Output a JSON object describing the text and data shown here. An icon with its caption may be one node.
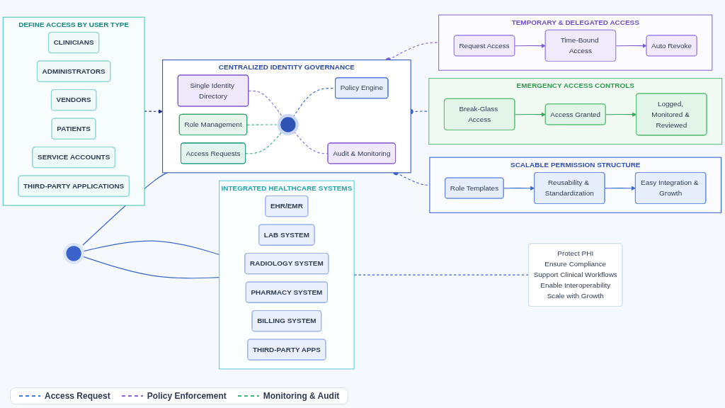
{
  "diagram": {
    "nodes": [
      {
        "text": [
          "DEFINE ACCESS BY USER TYPE"
        ]
      },
      {
        "text": [
          "CLINICIANS"
        ],
        "in": 0
      },
      {
        "text": [
          "ADMINISTRATORS"
        ],
        "in": 0
      },
      {
        "text": [
          "VENDORS"
        ],
        "in": 0
      },
      {
        "text": [
          "PATIENTS"
        ],
        "in": 0
      },
      {
        "text": [
          "SERVICE ACCOUNTS"
        ],
        "in": 0
      },
      {
        "text": [
          "THIRD-PARTY APPLICATIONS"
        ],
        "in": 0
      },
      {
        "text": [
          "CENTRALIZED IDENTITY GOVERNANCE"
        ]
      },
      {
        "text": [
          "Single Identity Directory"
        ],
        "in": 7
      },
      {
        "text": [
          "Role Management"
        ],
        "in": 7
      },
      {
        "text": [],
        "shape": "circle",
        "in": 7
      },
      {
        "text": [
          "Policy Engine"
        ],
        "in": 7
      },
      {
        "text": [
          "Access Requests"
        ],
        "in": 7
      },
      {
        "text": [
          "Audit & Monitoring"
        ],
        "in": 7
      },
      {
        "text": [
          "TEMPORARY & DELEGATED ACCESS"
        ]
      },
      {
        "text": [
          "Request Access"
        ],
        "in": 14
      },
      {
        "text": [
          "Time-Bound Access"
        ],
        "in": 14
      },
      {
        "text": [
          "Auto Revoke"
        ],
        "in": 14
      },
      {
        "text": [
          "EMERGENCY ACCESS CONTROLS"
        ]
      },
      {
        "text": [
          "Break-Glass Access"
        ],
        "in": 18
      },
      {
        "text": [
          "Access Granted"
        ],
        "in": 18
      },
      {
        "text": [
          "Logged, Monitored & Reviewed"
        ],
        "in": 18
      },
      {
        "text": [
          "SCALABLE PERMISSION STRUCTURE"
        ]
      },
      {
        "text": [
          "Role Templates"
        ],
        "in": 22
      },
      {
        "text": [
          "Reusability & Standardization"
        ],
        "in": 22
      },
      {
        "text": [
          "Easy Integration & Growth"
        ],
        "in": 22
      },
      {
        "text": [],
        "shape": "circle"
      },
      {
        "text": [
          "INTEGRATED HEALTHCARE SYSTEMS"
        ]
      },
      {
        "text": [
          "EHR/EMR"
        ],
        "in": 27
      },
      {
        "text": [
          "LAB SYSTEM"
        ],
        "in": 27
      },
      {
        "text": [
          "RADIOLOGY SYSTEM"
        ],
        "in": 27
      },
      {
        "text": [
          "PHARMACY SYSTEM"
        ],
        "in": 27
      },
      {
        "text": [
          "BILLING SYSTEM"
        ],
        "in": 27
      },
      {
        "text": [
          "THIRD-PARTY APPS"
        ],
        "in": 27
      },
      {
        "text": [
          "Protect PHI",
          "Ensure Compliance",
          "Support Clinical Workflows",
          "Enable Interoperability",
          "Scale with Growth"
        ]
      }
    ],
    "edges": [
      {
        "from": 0,
        "to": 7,
        "arrow": "to",
        "style": "dashed",
        "color": "#1f2a80"
      },
      {
        "from": 8,
        "to": 10,
        "arrow": "none",
        "style": "dashed",
        "color": "#8a67d6"
      },
      {
        "from": 9,
        "to": 10,
        "arrow": "none",
        "style": "dashed",
        "color": "#3cb37a"
      },
      {
        "from": 10,
        "to": 11,
        "arrow": "none",
        "style": "dashed"
      },
      {
        "from": 12,
        "to": 10,
        "arrow": "none",
        "style": "dashed",
        "color": "#3cb37a"
      },
      {
        "from": 10,
        "to": 13,
        "arrow": "none",
        "style": "dashed",
        "color": "#8a67d6"
      },
      {
        "from": 7,
        "to": 14,
        "arrow": "other",
        "style": "dashed",
        "color": "#8a67d6"
      },
      {
        "from": 7,
        "to": 18,
        "arrow": "other",
        "style": "dashed"
      },
      {
        "from": 7,
        "to": 22,
        "arrow": "other",
        "style": "dashed"
      },
      {
        "from": 15,
        "to": 16,
        "arrow": "to",
        "color": "#7a5bd3"
      },
      {
        "from": 16,
        "to": 17,
        "arrow": "to",
        "color": "#7a5bd3"
      },
      {
        "from": 19,
        "to": 20,
        "arrow": "to",
        "color": "#3aa35e"
      },
      {
        "from": 20,
        "to": 21,
        "arrow": "to",
        "color": "#3aa35e"
      },
      {
        "from": 23,
        "to": 24,
        "arrow": "to"
      },
      {
        "from": 24,
        "to": 25,
        "arrow": "to"
      },
      {
        "from": 26,
        "to": 7,
        "arrow": "none"
      },
      {
        "from": 26,
        "to": 27,
        "arrow": "none"
      },
      {
        "from": 26,
        "to": 27,
        "arrow": "none"
      },
      {
        "from": 27,
        "to": 34,
        "arrow": "none",
        "style": "dashed"
      }
    ],
    "legend": [
      {
        "text": "Access Request"
      },
      {
        "text": "Policy Enforcement"
      },
      {
        "text": "Monitoring & Audit"
      }
    ]
  }
}
